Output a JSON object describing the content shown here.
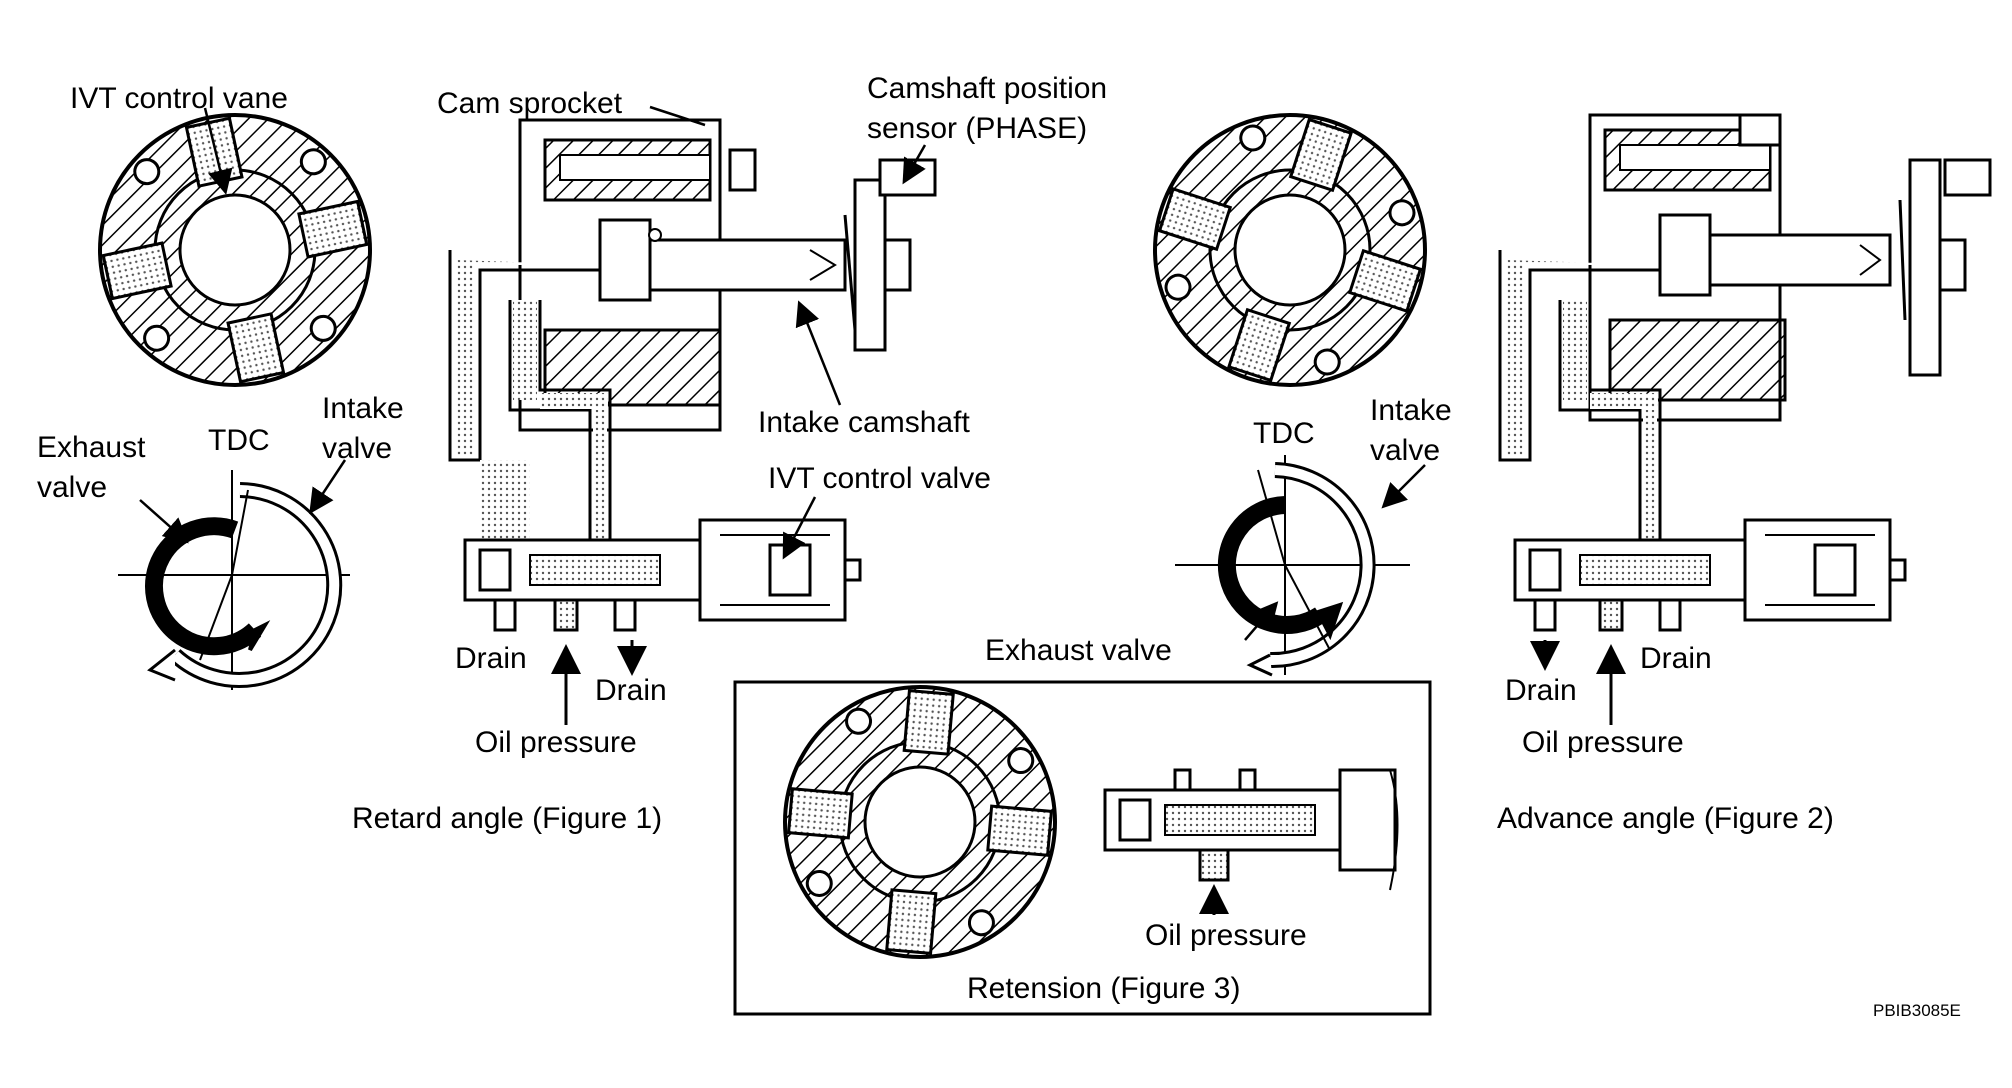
{
  "labels": {
    "ivt_control_vane": "IVT control vane",
    "cam_sprocket": "Cam sprocket",
    "cam_sensor_line1": "Camshaft position",
    "cam_sensor_line2": "sensor (PHASE)",
    "intake_camshaft": "Intake camshaft",
    "ivt_control_valve": "IVT control valve",
    "tdc": "TDC",
    "intake_line1": "Intake",
    "intake_line2": "valve",
    "exhaust_line1": "Exhaust",
    "exhaust_line2": "valve",
    "exhaust_valve": "Exhaust valve",
    "drain": "Drain",
    "oil_pressure": "Oil pressure",
    "retard_caption": "Retard angle (Figure 1)",
    "advance_caption": "Advance angle (Figure 2)",
    "retension_caption": "Retension (Figure 3)",
    "figure_code": "PBIB3085E"
  },
  "colors": {
    "ink": "#000000",
    "paper": "#ffffff",
    "stipple": "#c8c8c8"
  }
}
